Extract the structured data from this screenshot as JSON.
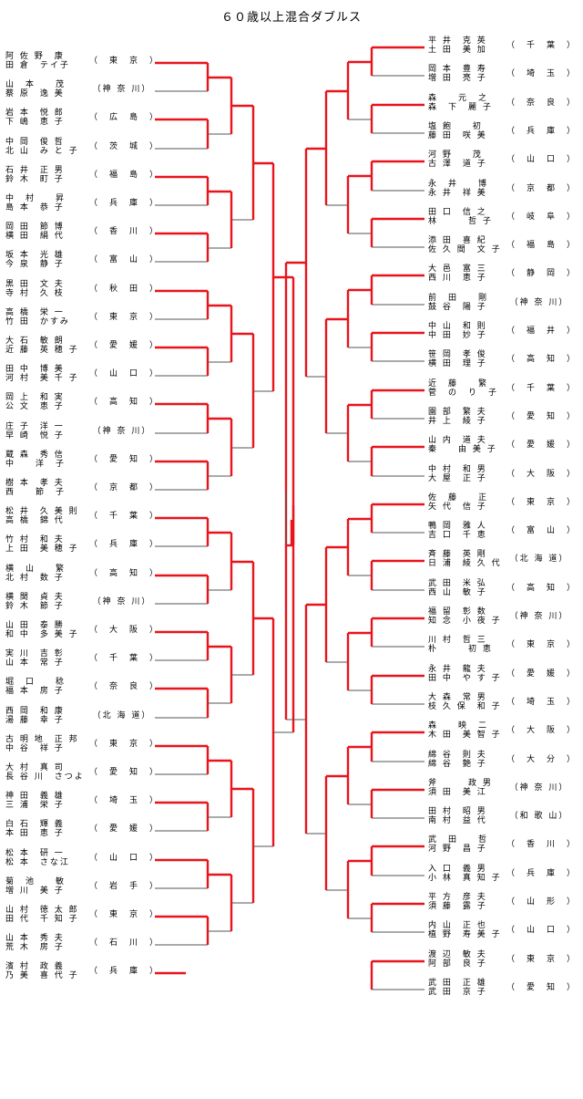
{
  "title": "６０歳以上混合ダブルス",
  "left": [
    {
      "p1": "阿 佐 野　康",
      "p2": "田 倉　テイ子",
      "pref": "（　東　京　）"
    },
    {
      "p1": "山　本　　茂",
      "p2": "蔡 原　逸 美",
      "pref": "（神 奈 川）"
    },
    {
      "p1": "岩 本　悦 郎",
      "p2": "下 嶋　恵 子",
      "pref": "（　広　島　）"
    },
    {
      "p1": "中 岡　俊 哲",
      "p2": "北 山　み と 子",
      "pref": "（　茨　城　）"
    },
    {
      "p1": "石 井　正 男",
      "p2": "鈴 木　町 子",
      "pref": "（　福　島　）"
    },
    {
      "p1": "中　村　　昇",
      "p2": "島 本　恭 子",
      "pref": "（　兵　庫　）"
    },
    {
      "p1": "岡 田　節 博",
      "p2": "横 田　絹 代",
      "pref": "（　香　川　）"
    },
    {
      "p1": "坂 本　光 雄",
      "p2": "今 泉　静 子",
      "pref": "（　富　山　）"
    },
    {
      "p1": "黒 田　文 夫",
      "p2": "寺 村　久 枝",
      "pref": "（　秋　田　）"
    },
    {
      "p1": "高 橋　栄 一",
      "p2": "竹 田　かすみ",
      "pref": "（　東　京　）"
    },
    {
      "p1": "大 石　敏 朗",
      "p2": "近 藤　英 穂 子",
      "pref": "（　愛　媛　）"
    },
    {
      "p1": "田 中　博 美",
      "p2": "河 村　美 千 子",
      "pref": "（　山　口　）"
    },
    {
      "p1": "岡 上　和 実",
      "p2": "公 文　恵 子",
      "pref": "（　高　知　）"
    },
    {
      "p1": "庄 子　洋 一",
      "p2": "早 崎　悦 子",
      "pref": "（神 奈 川）"
    },
    {
      "p1": "蔵 森　秀 信",
      "p2": "中　　洋　子",
      "pref": "（　愛　知　）"
    },
    {
      "p1": "樹 本　孝 夫",
      "p2": "西　　節　子",
      "pref": "（　京　都　）"
    },
    {
      "p1": "松 井　久 美 則",
      "p2": "高 橋　錦 代",
      "pref": "（　千　葉　）"
    },
    {
      "p1": "竹 村　和 夫",
      "p2": "上 田　美 穂 子",
      "pref": "（　兵　庫　）"
    },
    {
      "p1": "横　山　　繁",
      "p2": "北 村　数 子",
      "pref": "（　高　知　）"
    },
    {
      "p1": "横 関　貞 夫",
      "p2": "鈴 木　節 子",
      "pref": "（神 奈 川）"
    },
    {
      "p1": "山 田　泰 勝",
      "p2": "和 中　多 美 子",
      "pref": "（　大　阪　）"
    },
    {
      "p1": "実 川　吉 彰",
      "p2": "山 本　常 子",
      "pref": "（　千　葉　）"
    },
    {
      "p1": "堀　口　　稔",
      "p2": "福 本　房 子",
      "pref": "（　奈　良　）"
    },
    {
      "p1": "西 岡　和 康",
      "p2": "湯 藤　幸 子",
      "pref": "（北 海 道）"
    },
    {
      "p1": "古 明 地　正 邦",
      "p2": "中 谷　祥 子",
      "pref": "（　東　京　）"
    },
    {
      "p1": "大 村　真 司",
      "p2": "長 谷 川　さつよ",
      "pref": "（　愛　知　）"
    },
    {
      "p1": "神 田　義 雄",
      "p2": "三 浦　栄 子",
      "pref": "（　埼　玉　）"
    },
    {
      "p1": "白 石　輝 義",
      "p2": "本 田　恵 子",
      "pref": "（　愛　媛　）"
    },
    {
      "p1": "松 本　研 一",
      "p2": "松 本　さな江",
      "pref": "（　山　口　）"
    },
    {
      "p1": "菊　池　　敏",
      "p2": "増 川　美 子",
      "pref": "（　岩　手　）"
    },
    {
      "p1": "山 村　徳 太 郎",
      "p2": "田 代　千 知 子",
      "pref": "（　東　京　）"
    },
    {
      "p1": "山 本　秀 夫",
      "p2": "荒 木　房 子",
      "pref": "（　石　川　）"
    },
    {
      "p1": "濱 村　政 義",
      "p2": "乃 美　喜 代 子",
      "pref": "（　兵　庫　）"
    }
  ],
  "right": [
    {
      "p1": "平 井　克 英",
      "p2": "土 田　美 加",
      "pref": "（　千　葉　）"
    },
    {
      "p1": "岡 本　豊 寿",
      "p2": "増 田　亮 子",
      "pref": "（　埼　玉　）"
    },
    {
      "p1": "森　　元　之",
      "p2": "森　下　麗 子",
      "pref": "（　奈　良　）"
    },
    {
      "p1": "塩 飽　　初",
      "p2": "藤 田　咲 美",
      "pref": "（　兵　庫　）"
    },
    {
      "p1": "河 野　　茂",
      "p2": "古 澤　道 子",
      "pref": "（　山　口　）"
    },
    {
      "p1": "永　井　　博",
      "p2": "永 井　祥 美",
      "pref": "（　京　都　）"
    },
    {
      "p1": "田 口　信 之",
      "p2": "林　　　哲 子",
      "pref": "（　岐　阜　）"
    },
    {
      "p1": "添 田　喜 紀",
      "p2": "佐 久 間　文 子",
      "pref": "（　福　島　）"
    },
    {
      "p1": "大 邑　富 三",
      "p2": "西 川　恵 子",
      "pref": "（　静　岡　）"
    },
    {
      "p1": "前　田　　剛",
      "p2": "鼓 谷　陽 子",
      "pref": "（神 奈 川）"
    },
    {
      "p1": "中 山　和 則",
      "p2": "中 田　妙 子",
      "pref": "（　福　井　）"
    },
    {
      "p1": "笹 岡　孝 俊",
      "p2": "横 田　理 子",
      "pref": "（　高　知　）"
    },
    {
      "p1": "近　藤　　繁",
      "p2": "菅　の　り　子",
      "pref": "（　千　葉　）"
    },
    {
      "p1": "園 部　繁 夫",
      "p2": "井 上　綾 子",
      "pref": "（　愛　知　）"
    },
    {
      "p1": "山 内　道 夫",
      "p2": "秦　　由 美 子",
      "pref": "（　愛　媛　）"
    },
    {
      "p1": "中 村　和 男",
      "p2": "大 屋　正 子",
      "pref": "（　大　阪　）"
    },
    {
      "p1": "佐　藤　　正",
      "p2": "矢 代　信 子",
      "pref": "（　東　京　）"
    },
    {
      "p1": "鴨 岡　雅 人",
      "p2": "吉 口　千 恵",
      "pref": "（　富　山　）"
    },
    {
      "p1": "斉 藤　英 剛",
      "p2": "日 浦　綾 久 代",
      "pref": "（北 海 道）"
    },
    {
      "p1": "武 田　米 弘",
      "p2": "西 山　敏 子",
      "pref": "（　高　知　）"
    },
    {
      "p1": "福 留　彰 数",
      "p2": "知 念　小 夜 子",
      "pref": "（神 奈 川）"
    },
    {
      "p1": "川 村　哲 三",
      "p2": "朴　　　初 恵",
      "pref": "（　東　京　）"
    },
    {
      "p1": "永 井　龍 夫",
      "p2": "田 中　や す 子",
      "pref": "（　愛　媛　）"
    },
    {
      "p1": "大 森　常 男",
      "p2": "枝 久 保　和 子",
      "pref": "（　埼　玉　）"
    },
    {
      "p1": "森　　映　二",
      "p2": "木 田　美 智 子",
      "pref": "（　大　阪　）"
    },
    {
      "p1": "綿 谷　則 夫",
      "p2": "綿 谷　艶 子",
      "pref": "（　大　分　）"
    },
    {
      "p1": "斧　　　政 男",
      "p2": "須 田　美 江",
      "pref": "（神 奈 川）"
    },
    {
      "p1": "田 村　昭 男",
      "p2": "南 村　益 代",
      "pref": "（和 歌 山）"
    },
    {
      "p1": "武　田　　哲",
      "p2": "河 野　昌 子",
      "pref": "（　香　川　）"
    },
    {
      "p1": "入 口　義 男",
      "p2": "小 林　真 知 子",
      "pref": "（　兵　庫　）"
    },
    {
      "p1": "平 方　彦 夫",
      "p2": "須 藤　露 子",
      "pref": "（　山　形　）"
    },
    {
      "p1": "内 山　正 也",
      "p2": "植 野　寿 美 子",
      "pref": "（　山　口　）"
    },
    {
      "p1": "渡 辺　敏 夫",
      "p2": "阿 部　良 子",
      "pref": "（　東　京　）"
    },
    {
      "p1": "武 田　正 雄",
      "p2": "武 田　京 子",
      "pref": "（　愛　知　）"
    }
  ],
  "colors": {
    "win": "#e8141c",
    "line": "#555555"
  }
}
